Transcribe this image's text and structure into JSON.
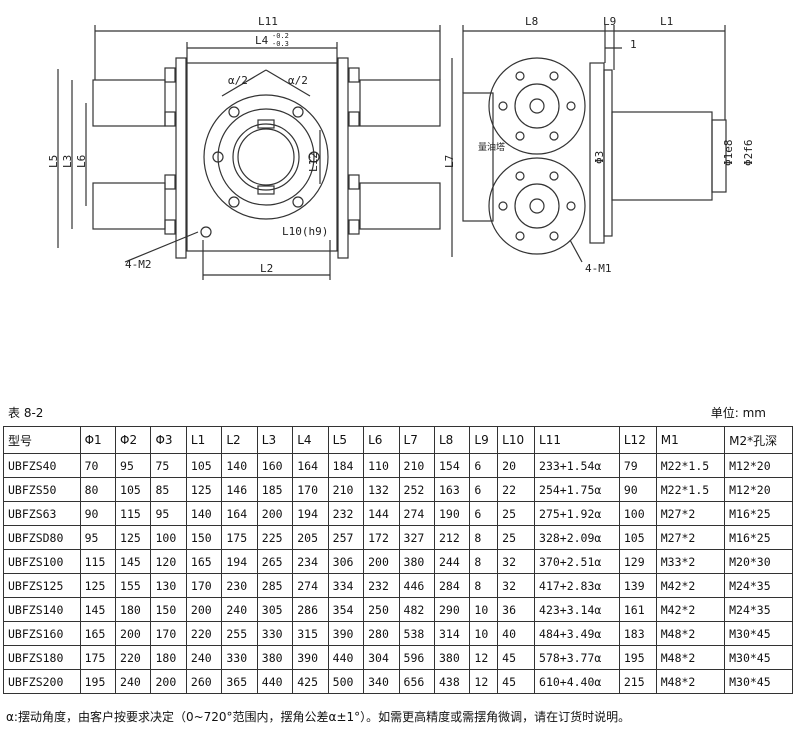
{
  "drawing": {
    "labels": {
      "l11": "L11",
      "l4": "L4",
      "l4_tol_upper": "-0.2",
      "l4_tol_lower": "-0.3",
      "alpha_left": "α/2",
      "alpha_right": "α/2",
      "l5": "L5",
      "l3": "L3",
      "l6": "L6",
      "l12": "L12",
      "l10": "L10(h9)",
      "m2": "4-M2",
      "l2": "L2",
      "l8": "L8",
      "l9": "L9",
      "l1": "L1",
      "one": "1",
      "l7": "L7",
      "phi3": "Φ3",
      "phi1": "Φ1e8",
      "phi2": "Φ2f6",
      "oil_port": "量油塔",
      "m1": "4-M1"
    }
  },
  "caption": {
    "table_no": "表 8-2",
    "unit": "单位: mm"
  },
  "table": {
    "headers": [
      "型号",
      "Φ1",
      "Φ2",
      "Φ3",
      "L1",
      "L2",
      "L3",
      "L4",
      "L5",
      "L6",
      "L7",
      "L8",
      "L9",
      "L10",
      "L11",
      "L12",
      "M1",
      "M2*孔深"
    ],
    "rows": [
      [
        "UBFZS40",
        "70",
        "95",
        "75",
        "105",
        "140",
        "160",
        "164",
        "184",
        "110",
        "210",
        "154",
        "6",
        "20",
        "233+1.54α",
        "79",
        "M22*1.5",
        "M12*20"
      ],
      [
        "UBFZS50",
        "80",
        "105",
        "85",
        "125",
        "146",
        "185",
        "170",
        "210",
        "132",
        "252",
        "163",
        "6",
        "22",
        "254+1.75α",
        "90",
        "M22*1.5",
        "M12*20"
      ],
      [
        "UBFZS63",
        "90",
        "115",
        "95",
        "140",
        "164",
        "200",
        "194",
        "232",
        "144",
        "274",
        "190",
        "6",
        "25",
        "275+1.92α",
        "100",
        "M27*2",
        "M16*25"
      ],
      [
        "UBFZSD80",
        "95",
        "125",
        "100",
        "150",
        "175",
        "225",
        "205",
        "257",
        "172",
        "327",
        "212",
        "8",
        "25",
        "328+2.09α",
        "105",
        "M27*2",
        "M16*25"
      ],
      [
        "UBFZS100",
        "115",
        "145",
        "120",
        "165",
        "194",
        "265",
        "234",
        "306",
        "200",
        "380",
        "244",
        "8",
        "32",
        "370+2.51α",
        "129",
        "M33*2",
        "M20*30"
      ],
      [
        "UBFZS125",
        "125",
        "155",
        "130",
        "170",
        "230",
        "285",
        "274",
        "334",
        "232",
        "446",
        "284",
        "8",
        "32",
        "417+2.83α",
        "139",
        "M42*2",
        "M24*35"
      ],
      [
        "UBFZS140",
        "145",
        "180",
        "150",
        "200",
        "240",
        "305",
        "286",
        "354",
        "250",
        "482",
        "290",
        "10",
        "36",
        "423+3.14α",
        "161",
        "M42*2",
        "M24*35"
      ],
      [
        "UBFZS160",
        "165",
        "200",
        "170",
        "220",
        "255",
        "330",
        "315",
        "390",
        "280",
        "538",
        "314",
        "10",
        "40",
        "484+3.49α",
        "183",
        "M48*2",
        "M30*45"
      ],
      [
        "UBFZS180",
        "175",
        "220",
        "180",
        "240",
        "330",
        "380",
        "390",
        "440",
        "304",
        "596",
        "380",
        "12",
        "45",
        "578+3.77α",
        "195",
        "M48*2",
        "M30*45"
      ],
      [
        "UBFZS200",
        "195",
        "240",
        "200",
        "260",
        "365",
        "440",
        "425",
        "500",
        "340",
        "656",
        "438",
        "12",
        "45",
        "610+4.40α",
        "215",
        "M48*2",
        "M30*45"
      ]
    ]
  },
  "note": "α:摆动角度，由客户按要求决定（0~720°范围内，摆角公差α±1°）。如需更高精度或需摆角微调，请在订货时说明。"
}
